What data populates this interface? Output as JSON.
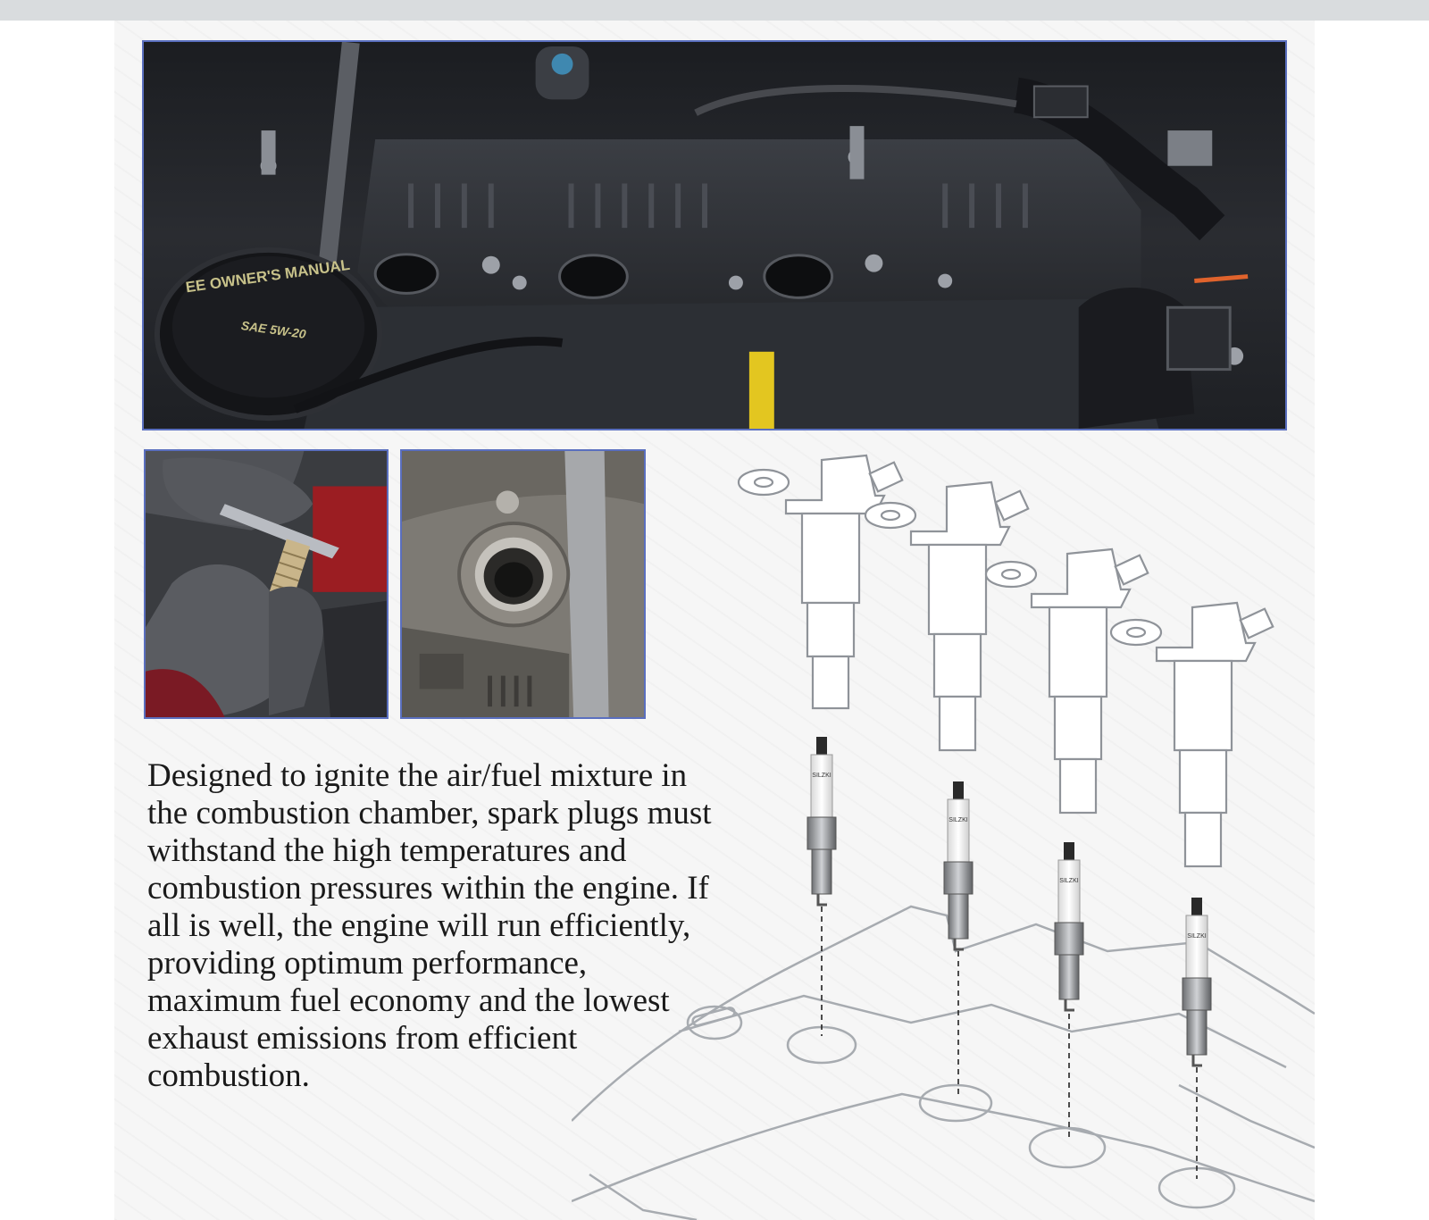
{
  "photos": {
    "engine_bay": {
      "cap_text_top": "EE OWNER'S MANUAL",
      "cap_text_oil": "SAE 5W-20"
    }
  },
  "description": "Designed to ignite the air/fuel mixture in the combustion chamber, spark plugs must withstand the high temperatures and combustion pressures within the engine. If all is well, the engine will run efficiently, providing optimum performance, maximum fuel economy and the lowest exhaust emissions from efficient combustion.",
  "diagram": {
    "plug_label": "SILZKI",
    "coil_count": 4
  },
  "colors": {
    "frame_border": "#5a6fbf",
    "text": "#1a1a1a",
    "topbar": "#d9dcde"
  }
}
